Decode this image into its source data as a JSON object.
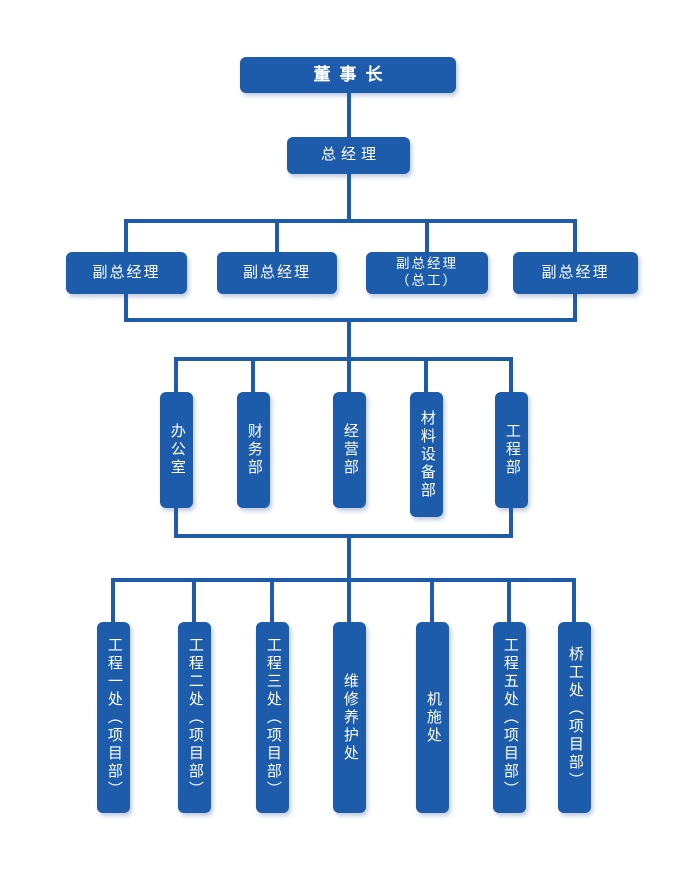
{
  "diagram": {
    "type": "org-chart",
    "colors": {
      "box_fill": "#1c5caa",
      "connector": "#1e5caa",
      "text": "#ffffff",
      "background": "#ffffff"
    },
    "nodes": {
      "chairman": "董事长",
      "general_manager": "总经理",
      "deputies": [
        "副总经理",
        "副总经理",
        "副总经理\n（总工）",
        "副总经理"
      ],
      "departments": [
        "办公室",
        "财务部",
        "经营部",
        "材料设备部",
        "工程部"
      ],
      "divisions": [
        "工程一处（项目部）",
        "工程二处（项目部）",
        "工程三处（项目部）",
        "维修养护处",
        "机施处",
        "工程五处（项目部）",
        "桥工处（项目部）"
      ]
    }
  }
}
